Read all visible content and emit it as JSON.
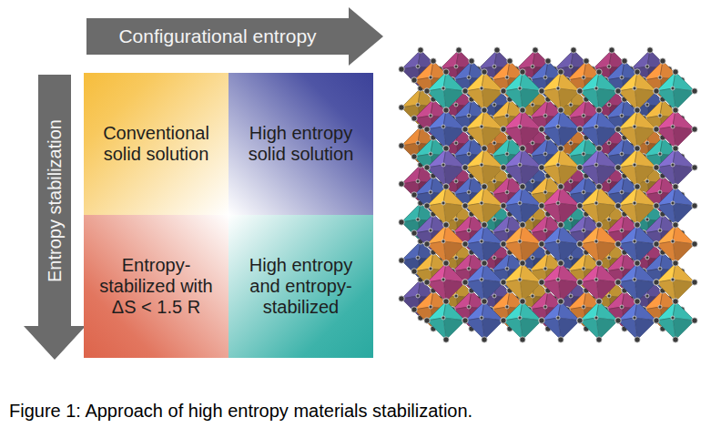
{
  "diagram": {
    "caption": "Figure 1: Approach of high entropy materials stabilization.",
    "nodes": [
      {
        "text": [
          "Configurational entropy"
        ]
      },
      {
        "text": [
          "Entropy stabilization"
        ]
      },
      {
        "text": [
          "Conventional solid solution"
        ]
      },
      {
        "text": [
          "High entropy solid solution"
        ]
      },
      {
        "text": [
          "Entropy-stabilized with ΔS < 1.5 R"
        ]
      },
      {
        "text": [
          "High entropy and entropy-stabilized"
        ]
      }
    ]
  }
}
